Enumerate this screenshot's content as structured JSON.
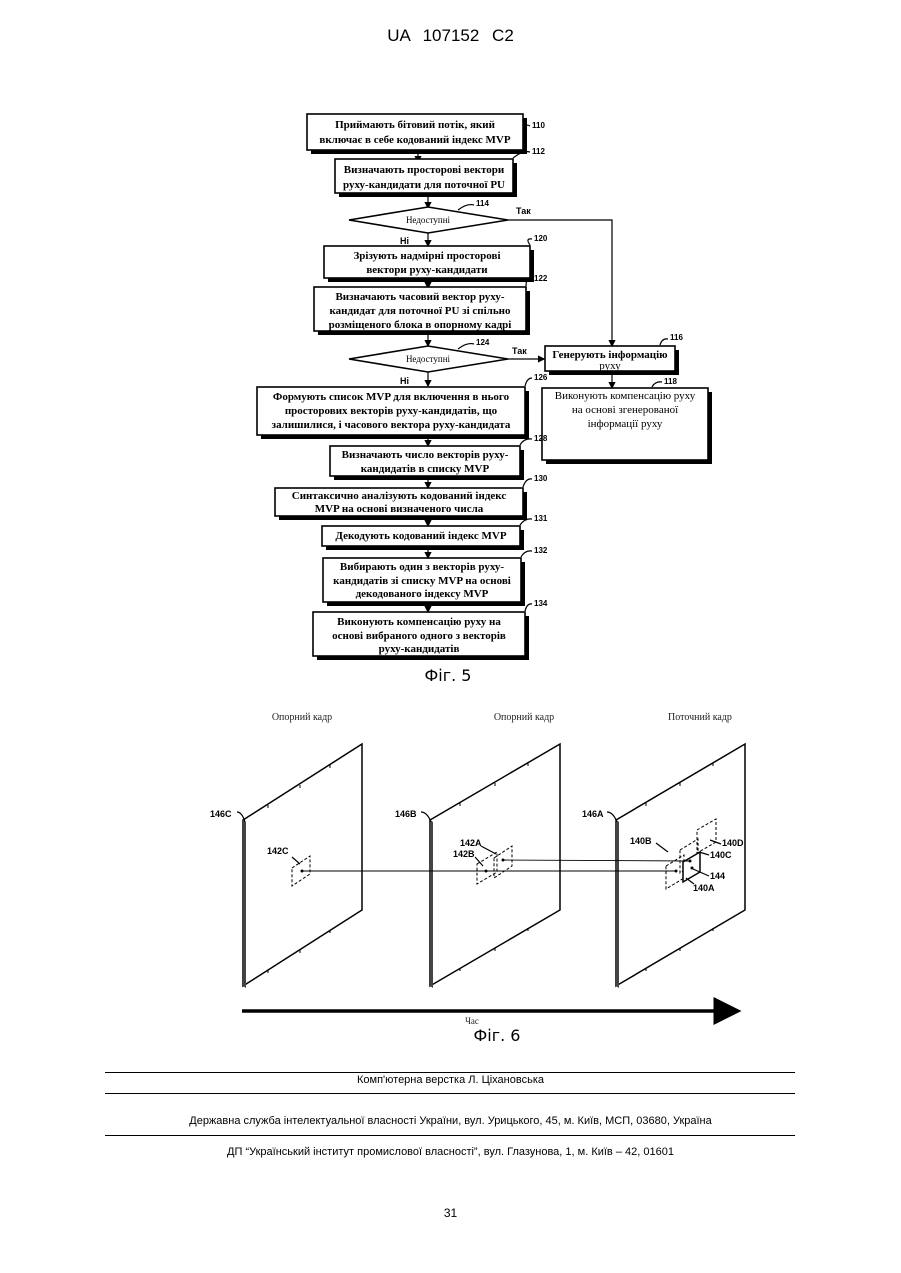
{
  "header": {
    "patent": "UA   107152   C2"
  },
  "fig5": {
    "caption": "Фіг. 5",
    "steps": {
      "s110": {
        "num": "110",
        "lines": [
          "Приймають бітовий потік, який",
          "включає в себе кодований індекс MVP"
        ]
      },
      "s112": {
        "num": "112",
        "lines": [
          "Визначають просторові вектори",
          "руху-кандидати для поточної PU"
        ]
      },
      "d114": {
        "num": "114",
        "text": "Недоступні",
        "yes": "Так",
        "no": "Ні"
      },
      "s120": {
        "num": "120",
        "lines": [
          "Зрізують надмірні просторові",
          "вектори руху-кандидати"
        ]
      },
      "s122": {
        "num": "122",
        "lines": [
          "Визначають часовий вектор руху-",
          "кандидат для поточної PU зі спільно",
          "розміщеного блока в опорному кадрі"
        ]
      },
      "d124": {
        "num": "124",
        "text": "Недоступні",
        "yes": "Так",
        "no": "Ні"
      },
      "s116": {
        "num": "116",
        "lines": [
          "Генерують інформацію",
          "руху"
        ]
      },
      "s118": {
        "num": "118",
        "lines": [
          "Виконують компенсацію руху",
          "на основі згенерованої",
          "інформації руху"
        ]
      },
      "s126": {
        "num": "126",
        "lines": [
          "Формують список MVP для включення в нього",
          "просторових векторів руху-кандидатів, що",
          "залишилися, і часового вектора руху-кандидата"
        ]
      },
      "s128": {
        "num": "128",
        "lines": [
          "Визначають число векторів руху-",
          "кандидатів в списку MVP"
        ]
      },
      "s130": {
        "num": "130",
        "lines": [
          "Синтаксично аналізують кодований індекс",
          "MVP на основі визначеного числа"
        ]
      },
      "s131": {
        "num": "131",
        "lines": [
          "Декодують кодований індекс MVP"
        ]
      },
      "s132": {
        "num": "132",
        "lines": [
          "Вибирають один з векторів руху-",
          "кандидатів зі списку MVP на основі",
          "декодованого індексу MVP"
        ]
      },
      "s134": {
        "num": "134",
        "lines": [
          "Виконують компенсацію руху на",
          "основі вибраного одного з векторів",
          "руху-кандидатів"
        ]
      }
    }
  },
  "fig6": {
    "caption": "Фіг. 6",
    "frame_titles": [
      "Опорний кадр",
      "Опорний кадр",
      "Поточний кадр"
    ],
    "frame_labels": [
      "146C",
      "146B",
      "146A"
    ],
    "block_labels": {
      "b142C": "142C",
      "b142A": "142A",
      "b142B": "142B",
      "b140B": "140B",
      "b140D": "140D",
      "b140C": "140C",
      "b144": "144",
      "b140A": "140A"
    },
    "time_label": "Час"
  },
  "footer": {
    "typesetter": "Комп'ютерна верстка Л. Ціхановська",
    "office": "Державна служба інтелектуальної власності України, вул. Урицького, 45, м. Київ, МСП, 03680, Україна",
    "institute": "ДП “Український інститут промислової власності”, вул. Глазунова, 1, м. Київ – 42, 01601",
    "page_number": "31"
  }
}
